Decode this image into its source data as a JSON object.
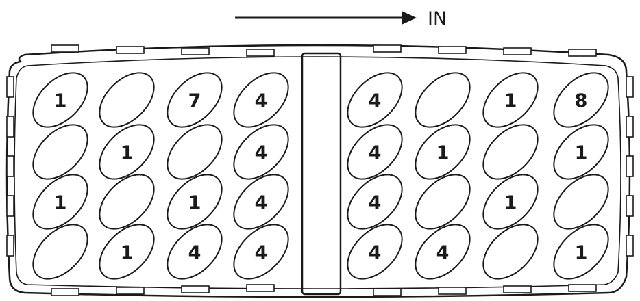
{
  "direction": {
    "label": "IN"
  },
  "colors": {
    "ink": "#1a1a1a",
    "background": "#ffffff"
  },
  "tray": {
    "left_section": {
      "columns": [
        [
          "1",
          "",
          "1",
          ""
        ],
        [
          "",
          "1",
          "",
          "1"
        ],
        [
          "7",
          "",
          "1",
          "4"
        ],
        [
          "4",
          "4",
          "4",
          "4"
        ]
      ]
    },
    "right_section": {
      "columns": [
        [
          "4",
          "4",
          "4",
          "4"
        ],
        [
          "",
          "1",
          "",
          "4"
        ],
        [
          "1",
          "",
          "1",
          ""
        ],
        [
          "8",
          "1",
          "",
          "1"
        ]
      ]
    }
  }
}
